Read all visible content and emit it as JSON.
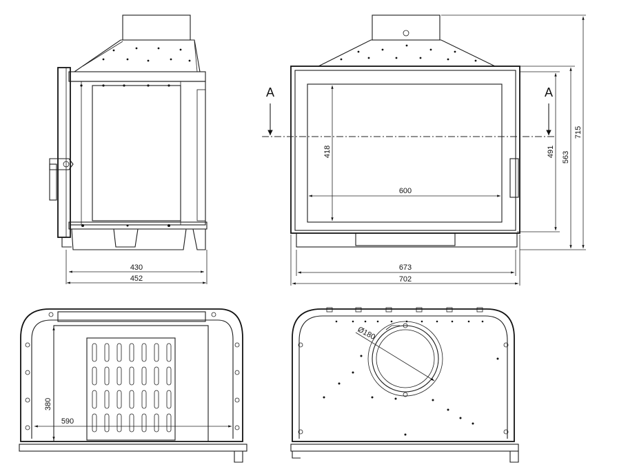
{
  "section_label": "A",
  "dimensions": {
    "side_inner_width": "430",
    "side_outer_width": "452",
    "front_glass_height": "418",
    "front_glass_width": "600",
    "front_inner_width": "673",
    "front_outer_width": "702",
    "front_glass_total_height": "491",
    "front_body_height": "563",
    "front_total_height": "715",
    "base_depth": "380",
    "base_width": "590",
    "flue_diameter": "Ø180"
  }
}
